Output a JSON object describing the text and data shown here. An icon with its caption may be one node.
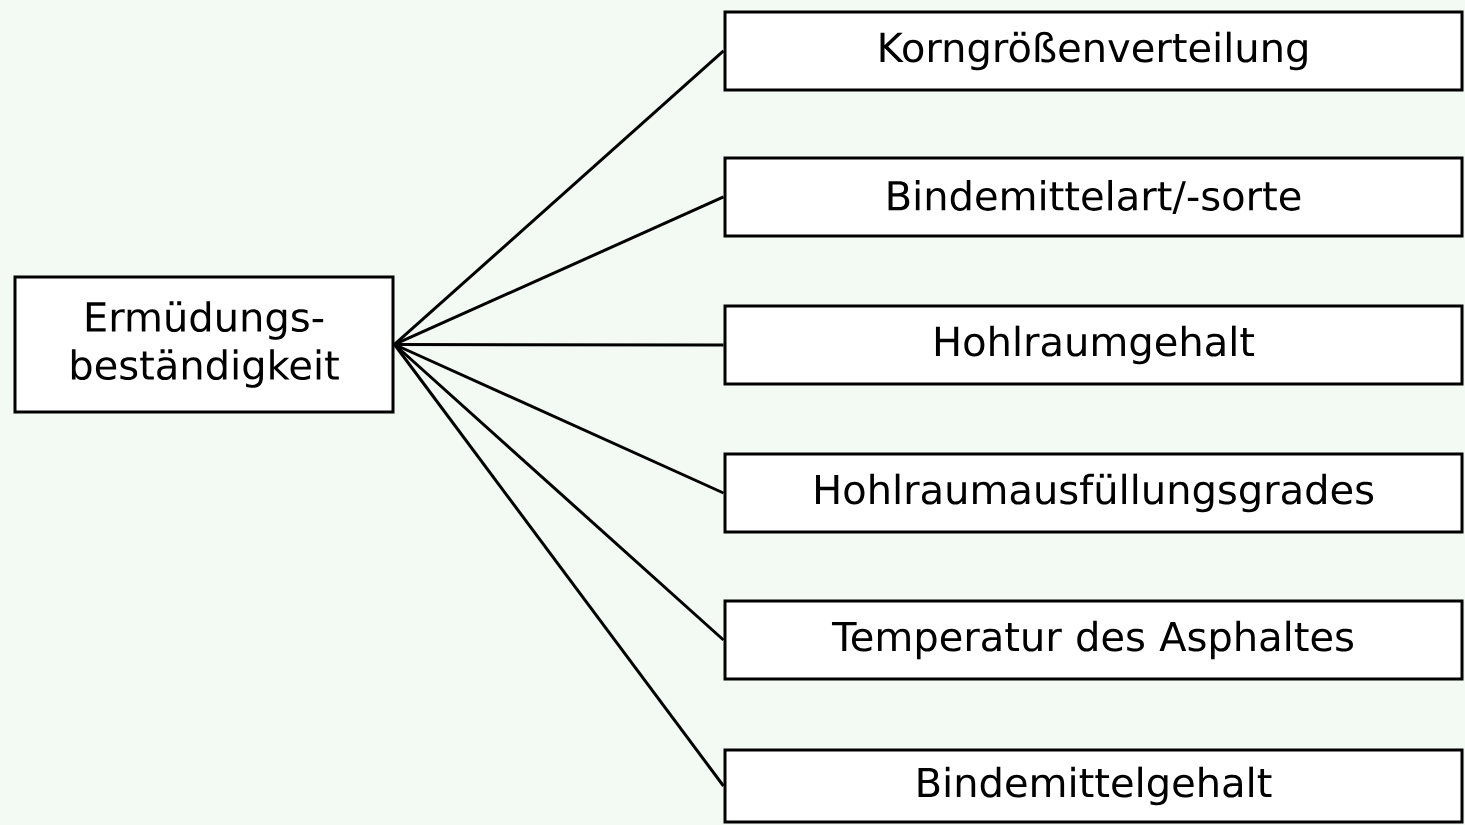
{
  "diagram": {
    "nodes": [
      {
        "text": [
          "Ermüdungs- beständigkeit"
        ]
      },
      {
        "text": [
          "Korngrößenverteilung"
        ]
      },
      {
        "text": [
          "Bindemittelart/-sorte"
        ]
      },
      {
        "text": [
          "Hohlraumgehalt"
        ]
      },
      {
        "text": [
          "Hohlraumausfüllungsgrades"
        ]
      },
      {
        "text": [
          "Temperatur des Asphaltes"
        ]
      },
      {
        "text": [
          "Bindemittelgehalt"
        ]
      }
    ],
    "edges": [
      {
        "from": 0,
        "to": 1,
        "arrow": "none"
      },
      {
        "from": 0,
        "to": 2,
        "arrow": "none"
      },
      {
        "from": 0,
        "to": 3,
        "arrow": "none"
      },
      {
        "from": 0,
        "to": 4,
        "arrow": "none"
      },
      {
        "from": 0,
        "to": 5,
        "arrow": "none"
      },
      {
        "from": 0,
        "to": 6,
        "arrow": "none"
      }
    ]
  }
}
